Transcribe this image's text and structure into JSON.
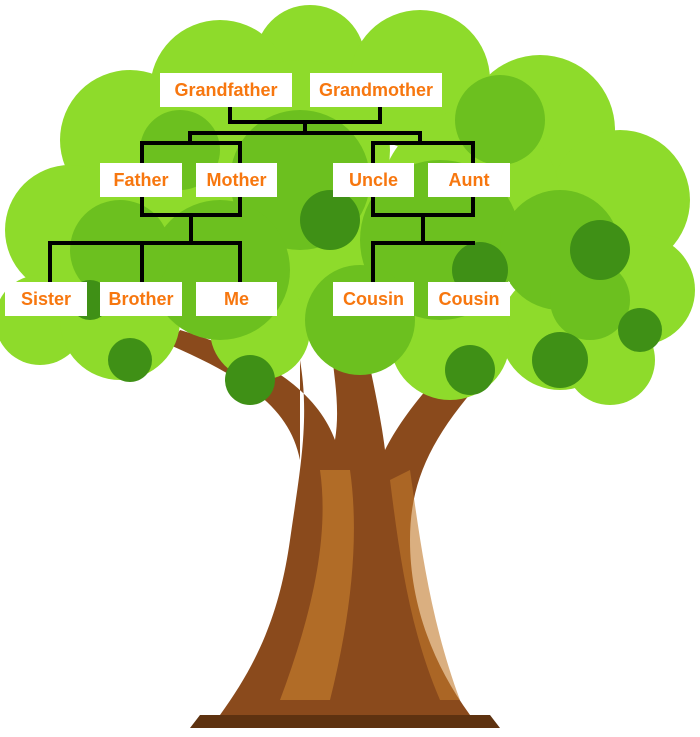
{
  "colors": {
    "label_text": "#f7770f",
    "label_bg": "#ffffff",
    "connector": "#000000",
    "leaf_light": "#8edb2b",
    "leaf_mid": "#6cc01f",
    "leaf_dark": "#3f9016",
    "trunk": "#8a4a1c",
    "trunk_light": "#c27a2c"
  },
  "generations": {
    "grandparents": [
      "Grandfather",
      "Grandmother"
    ],
    "parents": [
      "Father",
      "Mother",
      "Uncle",
      "Aunt"
    ],
    "children": [
      "Sister",
      "Brother",
      "Me",
      "Cousin",
      "Cousin"
    ]
  }
}
